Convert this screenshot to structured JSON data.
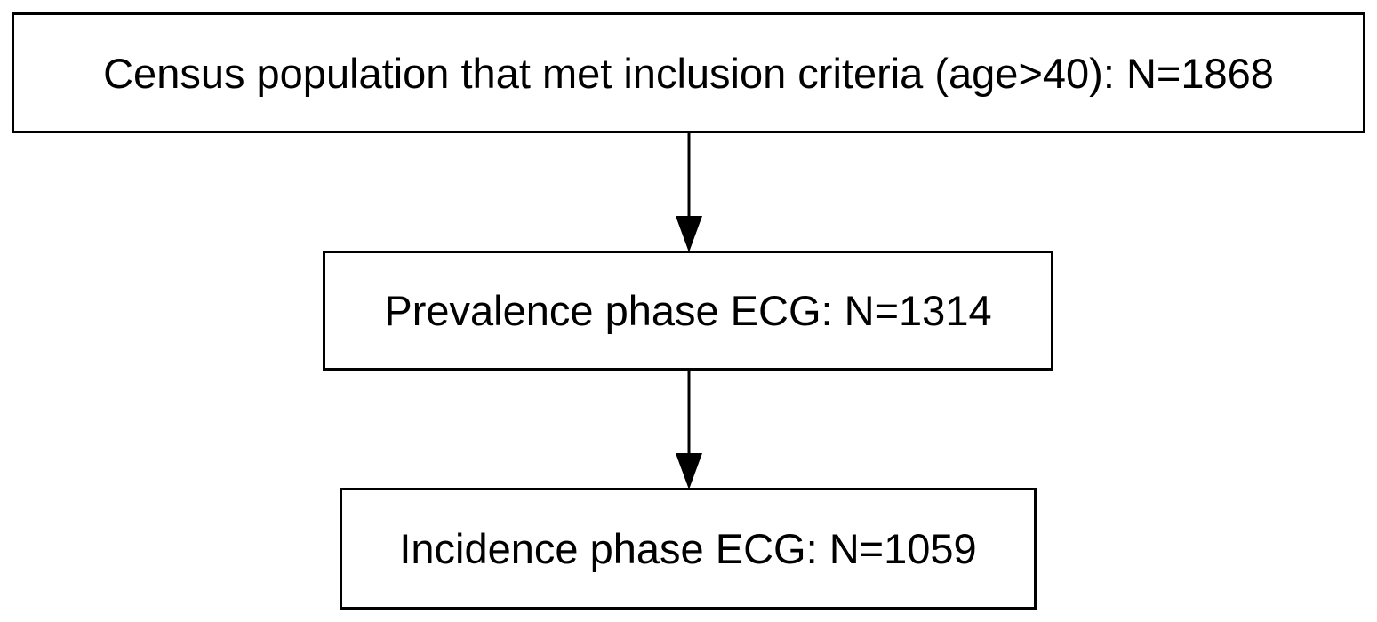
{
  "flowchart": {
    "nodes": [
      {
        "id": "census",
        "label": "Census population that met inclusion criteria (age>40): N=1868"
      },
      {
        "id": "prevalence",
        "label": "Prevalence phase ECG: N=1314"
      },
      {
        "id": "incidence",
        "label": "Incidence phase ECG: N=1059"
      }
    ],
    "edges": [
      {
        "from": "census",
        "to": "prevalence"
      },
      {
        "from": "prevalence",
        "to": "incidence"
      }
    ]
  },
  "colors": {
    "stroke": "#000000",
    "background": "#ffffff"
  }
}
